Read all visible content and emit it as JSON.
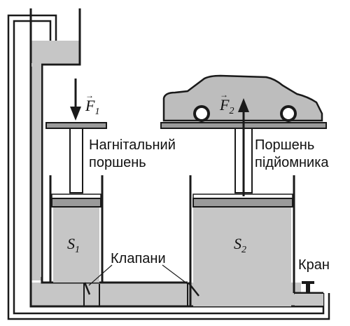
{
  "labels": {
    "pump_piston_line1": "Нагнітальний",
    "pump_piston_line2": "поршень",
    "lift_piston_line1": "Поршень",
    "lift_piston_line2": "підйомника",
    "valves": "Клапани",
    "tap": "Кран"
  },
  "symbols": {
    "force1": "F",
    "force1_sub": "1",
    "force2": "F",
    "force2_sub": "2",
    "area1": "S",
    "area1_sub": "1",
    "area2": "S",
    "area2_sub": "2"
  },
  "colors": {
    "liquid": "#c6c6c6",
    "outline": "#1a1a1a",
    "piston": "#9a9a9a",
    "car_body": "#bdbdbd"
  }
}
